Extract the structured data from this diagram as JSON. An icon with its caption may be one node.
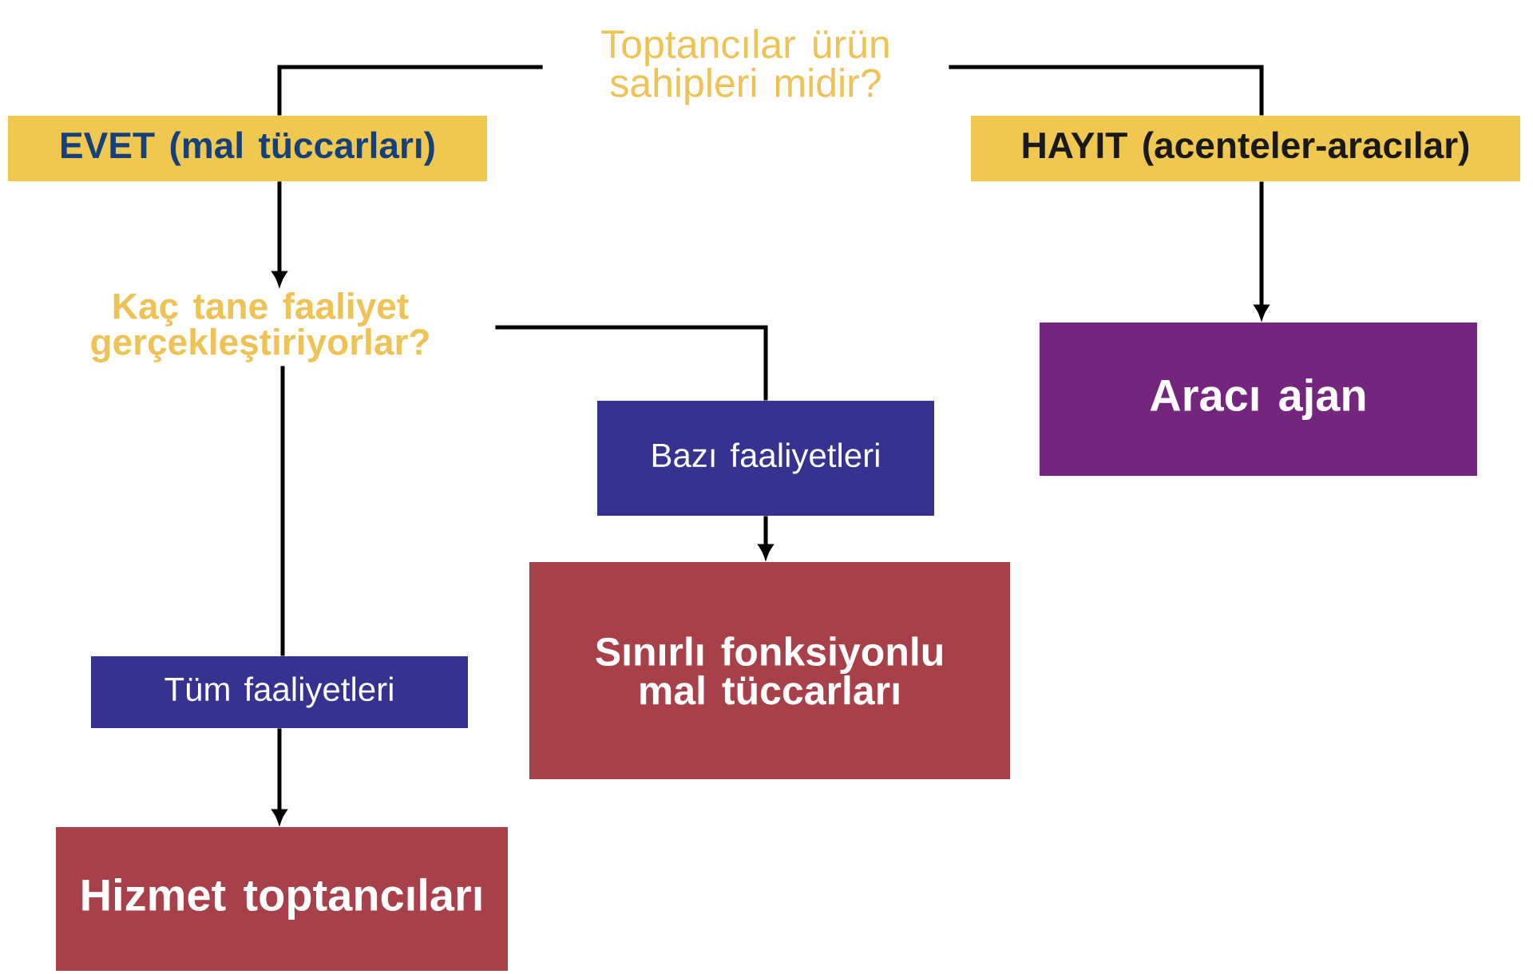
{
  "diagram": {
    "nodes": [
      {
        "text": [
          "Toptancılar ürün sahipleri midir?"
        ]
      },
      {
        "text": [
          "EVET (mal tüccarları)"
        ]
      },
      {
        "text": [
          "HAYIT (acenteler-aracılar)"
        ]
      },
      {
        "text": [
          "Kaç tane faaliyet gerçekleştiriyorlar?"
        ]
      },
      {
        "text": [
          "Aracı ajan"
        ]
      },
      {
        "text": [
          "Bazı faaliyetleri"
        ]
      },
      {
        "text": [
          "Sınırlı fonksiyonlu mal tüccarları"
        ]
      },
      {
        "text": [
          "Tüm faaliyetleri"
        ]
      },
      {
        "text": [
          "Hizmet toptancıları"
        ]
      }
    ],
    "edges": [
      {
        "from": 0,
        "to": 1,
        "arrow": "none"
      },
      {
        "from": 1,
        "to": 3,
        "arrow": "to"
      },
      {
        "from": 0,
        "to": 2,
        "arrow": "none"
      },
      {
        "from": 2,
        "to": 4,
        "arrow": "to"
      },
      {
        "from": 3,
        "to": 5,
        "arrow": "none"
      },
      {
        "from": 5,
        "to": 6,
        "arrow": "to"
      },
      {
        "from": 3,
        "to": 7,
        "arrow": "none"
      },
      {
        "from": 7,
        "to": 8,
        "arrow": "to"
      }
    ]
  }
}
